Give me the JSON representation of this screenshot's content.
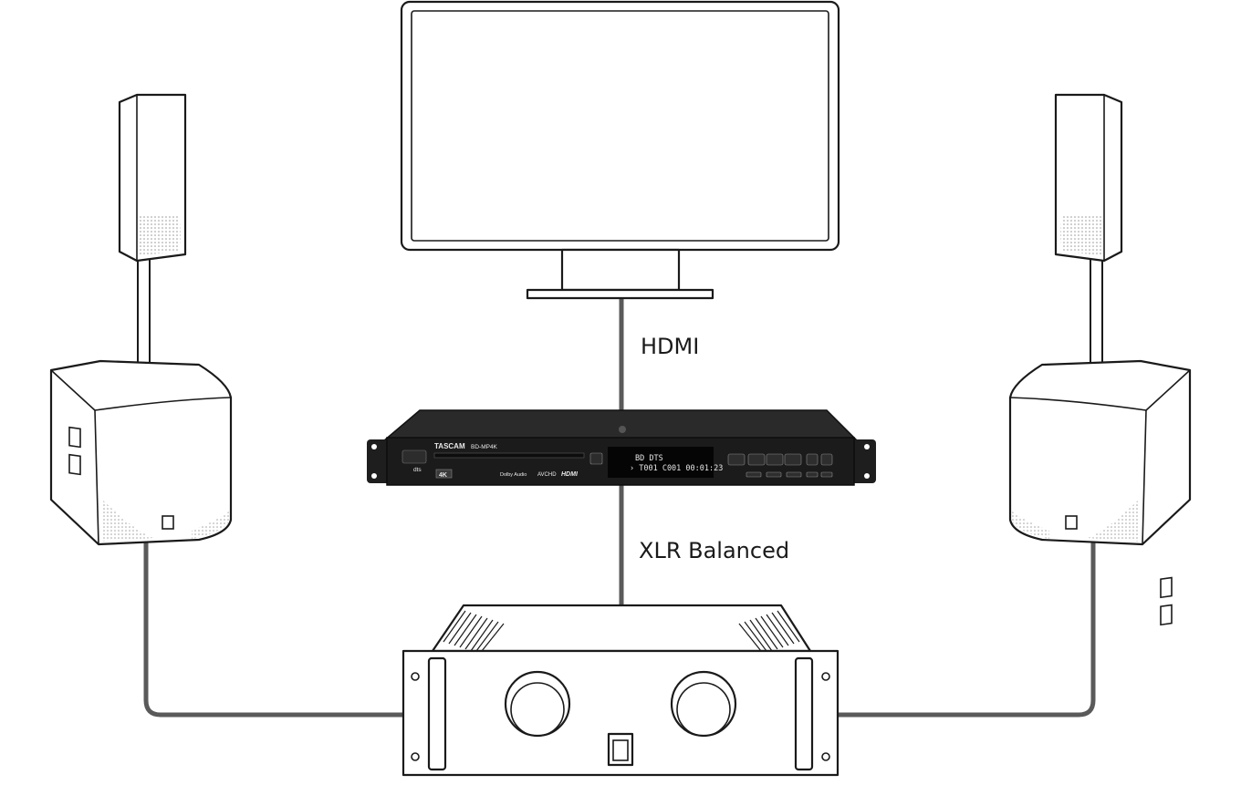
{
  "connections": {
    "hdmi_label": "HDMI",
    "xlr_label": "XLR Balanced"
  },
  "player": {
    "brand": "TASCAM",
    "model": "BD-MP4K",
    "badge_4k": "4K",
    "logo_hdmi": "HDMI",
    "logo_dolby": "Dolby Audio",
    "logo_dts": "dts",
    "logo_avchd": "AVCHD",
    "display_line1": "BD   DTS",
    "display_line2": "› T001 C001 00:01:23"
  },
  "colors": {
    "cable": "#5a5a5a",
    "outline": "#1a1a1a",
    "player_body": "#1b1b1b",
    "display": "#050505"
  },
  "icons": [
    "monitor-icon",
    "speaker-icon",
    "subwoofer-icon",
    "amplifier-icon",
    "disc-player-icon"
  ]
}
